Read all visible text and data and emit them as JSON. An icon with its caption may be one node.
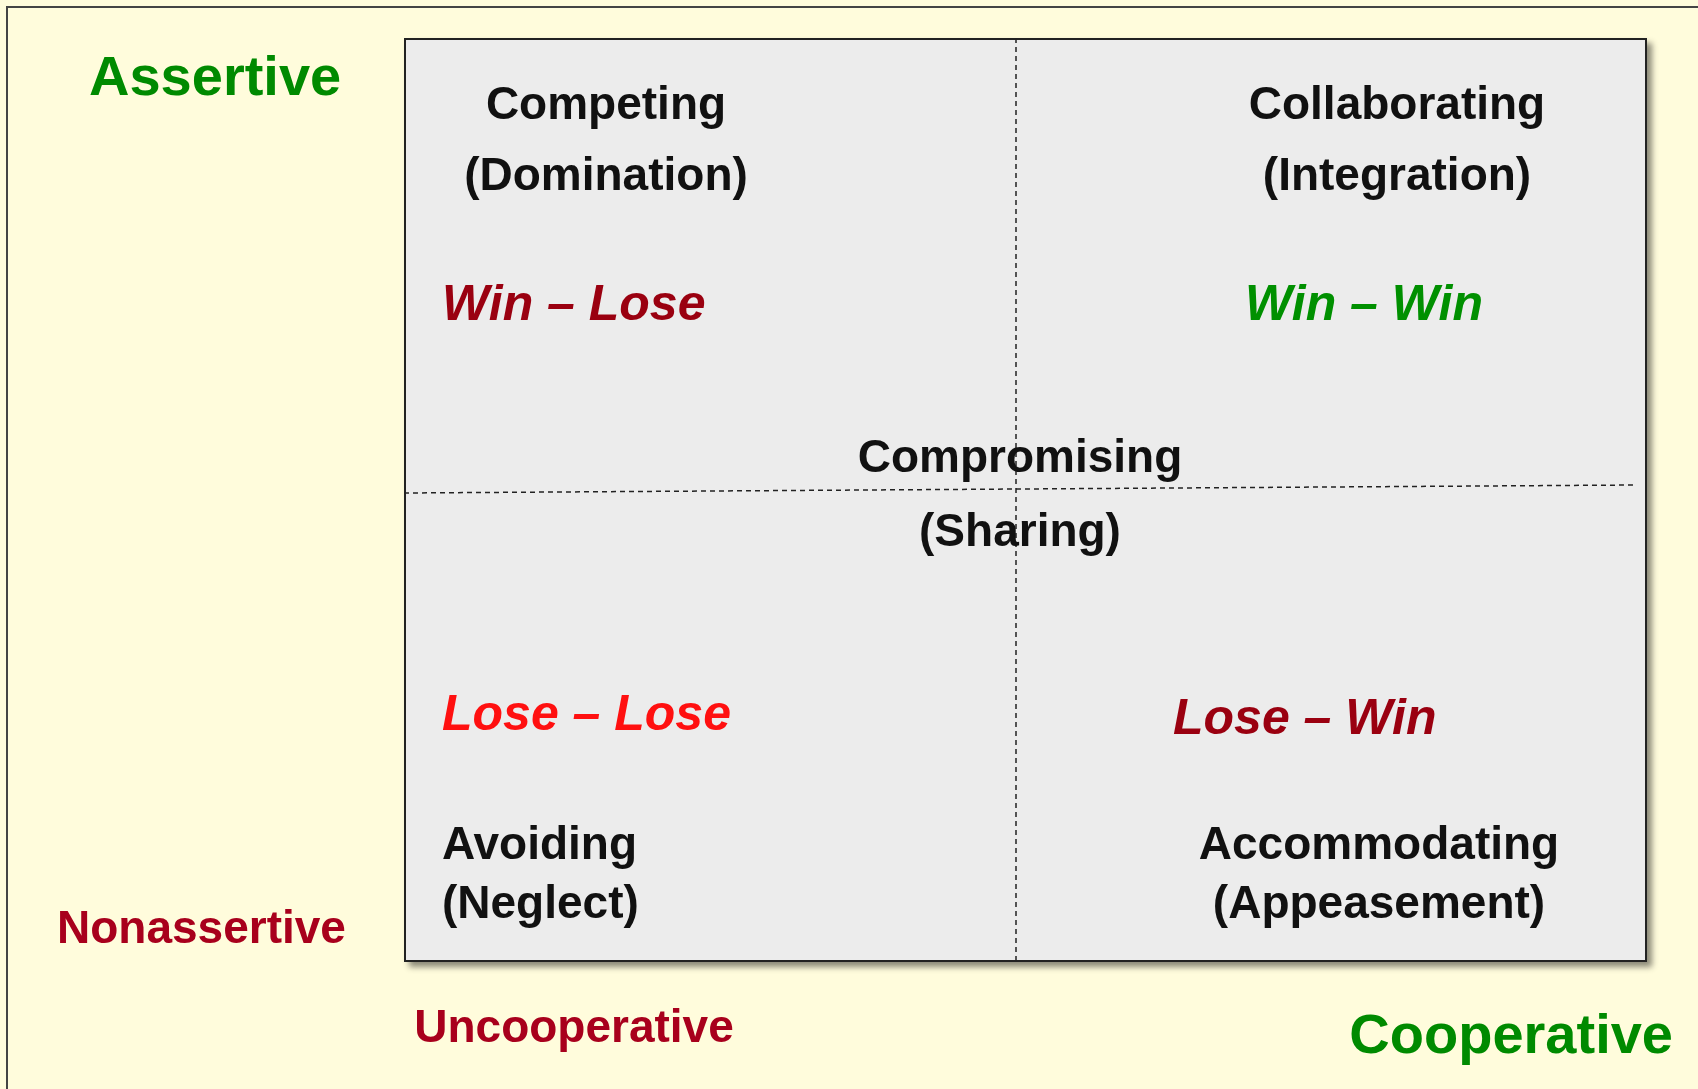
{
  "diagram": {
    "labels": [
      "Assertive",
      "Competing (Domination)",
      "Collaborating (Integration)",
      "Win – Lose",
      "Win – Win",
      "Compromising (Sharing)",
      "Lose – Lose",
      "Lose – Win",
      "Avoiding (Neglect)",
      "Accommodating (Appeasement)",
      "Nonassertive",
      "Uncooperative",
      "Cooperative"
    ]
  }
}
